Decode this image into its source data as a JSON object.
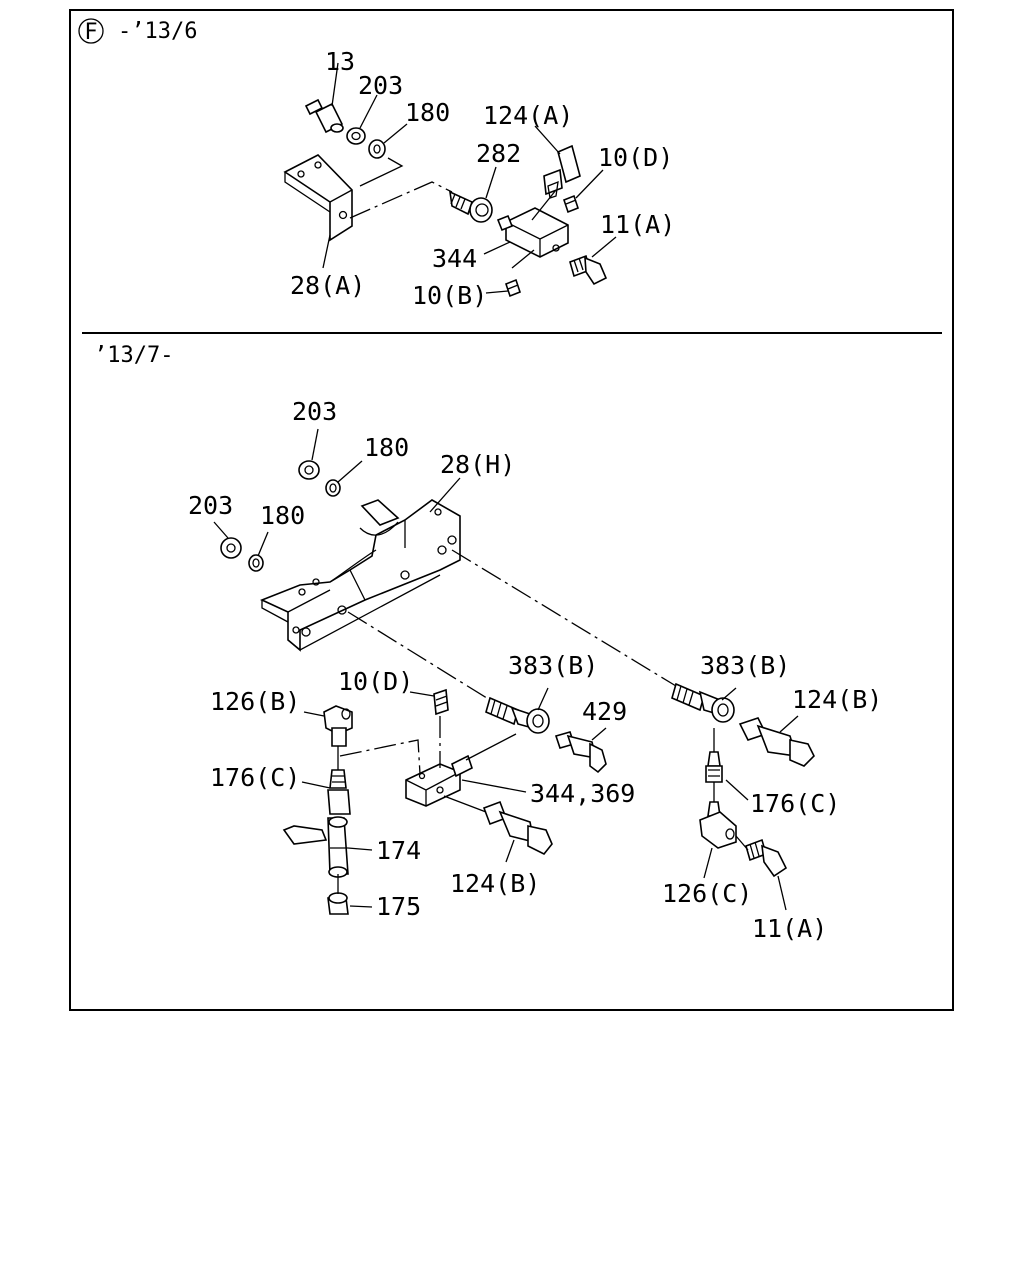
{
  "sections": {
    "top": {
      "circle_letter": "F",
      "header": "-’13/6"
    },
    "bottom": {
      "header": "’13/7-"
    }
  },
  "labels": {
    "top": [
      "13",
      "203",
      "180",
      "124(A)",
      "282",
      "10(D)",
      "11(A)",
      "344",
      "10(B)",
      "28(A)"
    ],
    "bottom": [
      "203",
      "180",
      "28(H)",
      "203",
      "180",
      "383(B)",
      "383(B)",
      "10(D)",
      "126(B)",
      "429",
      "124(B)",
      "176(C)",
      "344,369",
      "176(C)",
      "174",
      "124(B)",
      "126(C)",
      "175",
      "11(A)"
    ]
  }
}
